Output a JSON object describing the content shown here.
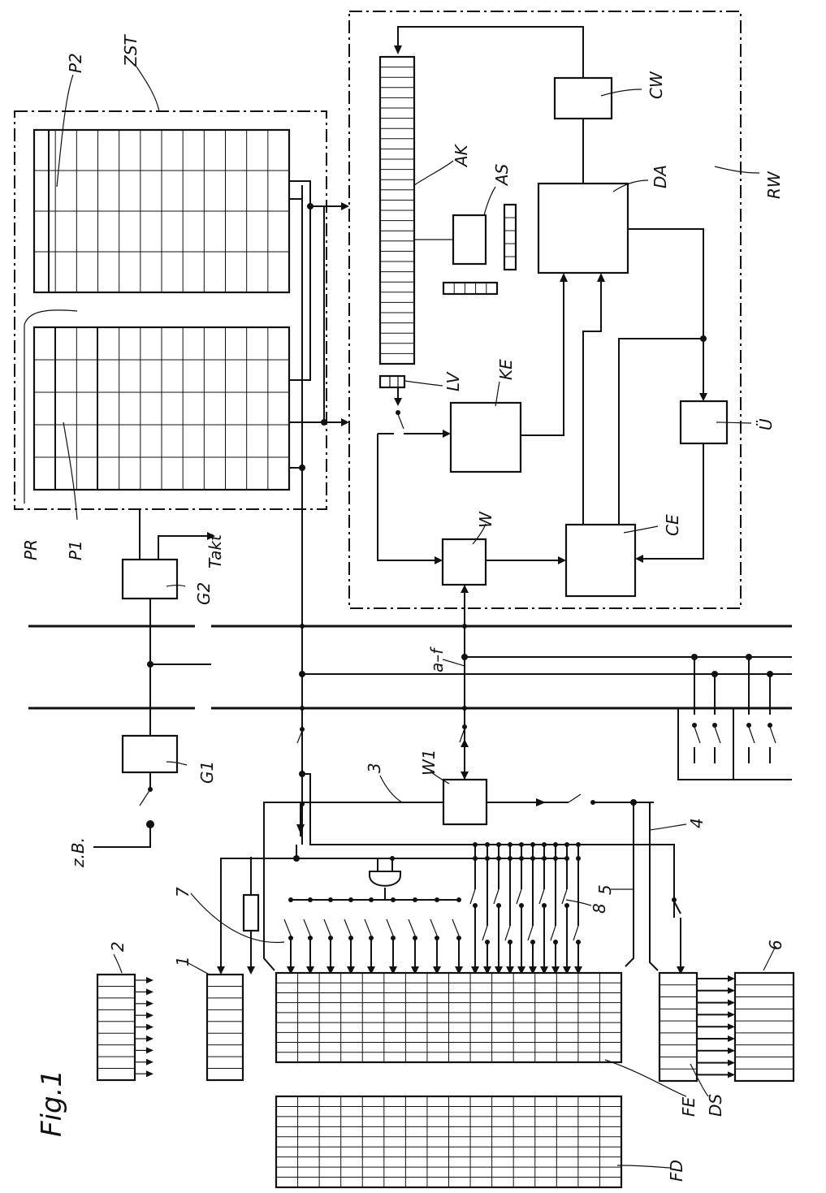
{
  "figure": {
    "title": "Fig.1",
    "rotation_deg": -90
  },
  "labels": {
    "zst": "ZST",
    "p2": "P2",
    "p1": "P1",
    "pr": "PR",
    "takt": "Takt",
    "g2": "G2",
    "g1": "G1",
    "zb": "z.B.",
    "rw": "RW",
    "ak": "AK",
    "as": "AS",
    "cw": "CW",
    "da": "DA",
    "lv": "LV",
    "ke": "KE",
    "u": "Ü",
    "w": "W",
    "ce": "CE",
    "af": "a–f",
    "w1": "W1",
    "n1": "1",
    "n2": "2",
    "n3": "3",
    "n4": "4",
    "n5": "5",
    "n6": "6",
    "n7": "7",
    "n8": "8",
    "fe": "FE",
    "ds": "DS",
    "fd": "FD"
  },
  "colors": {
    "ink": "#111111",
    "paper": "#ffffff"
  }
}
